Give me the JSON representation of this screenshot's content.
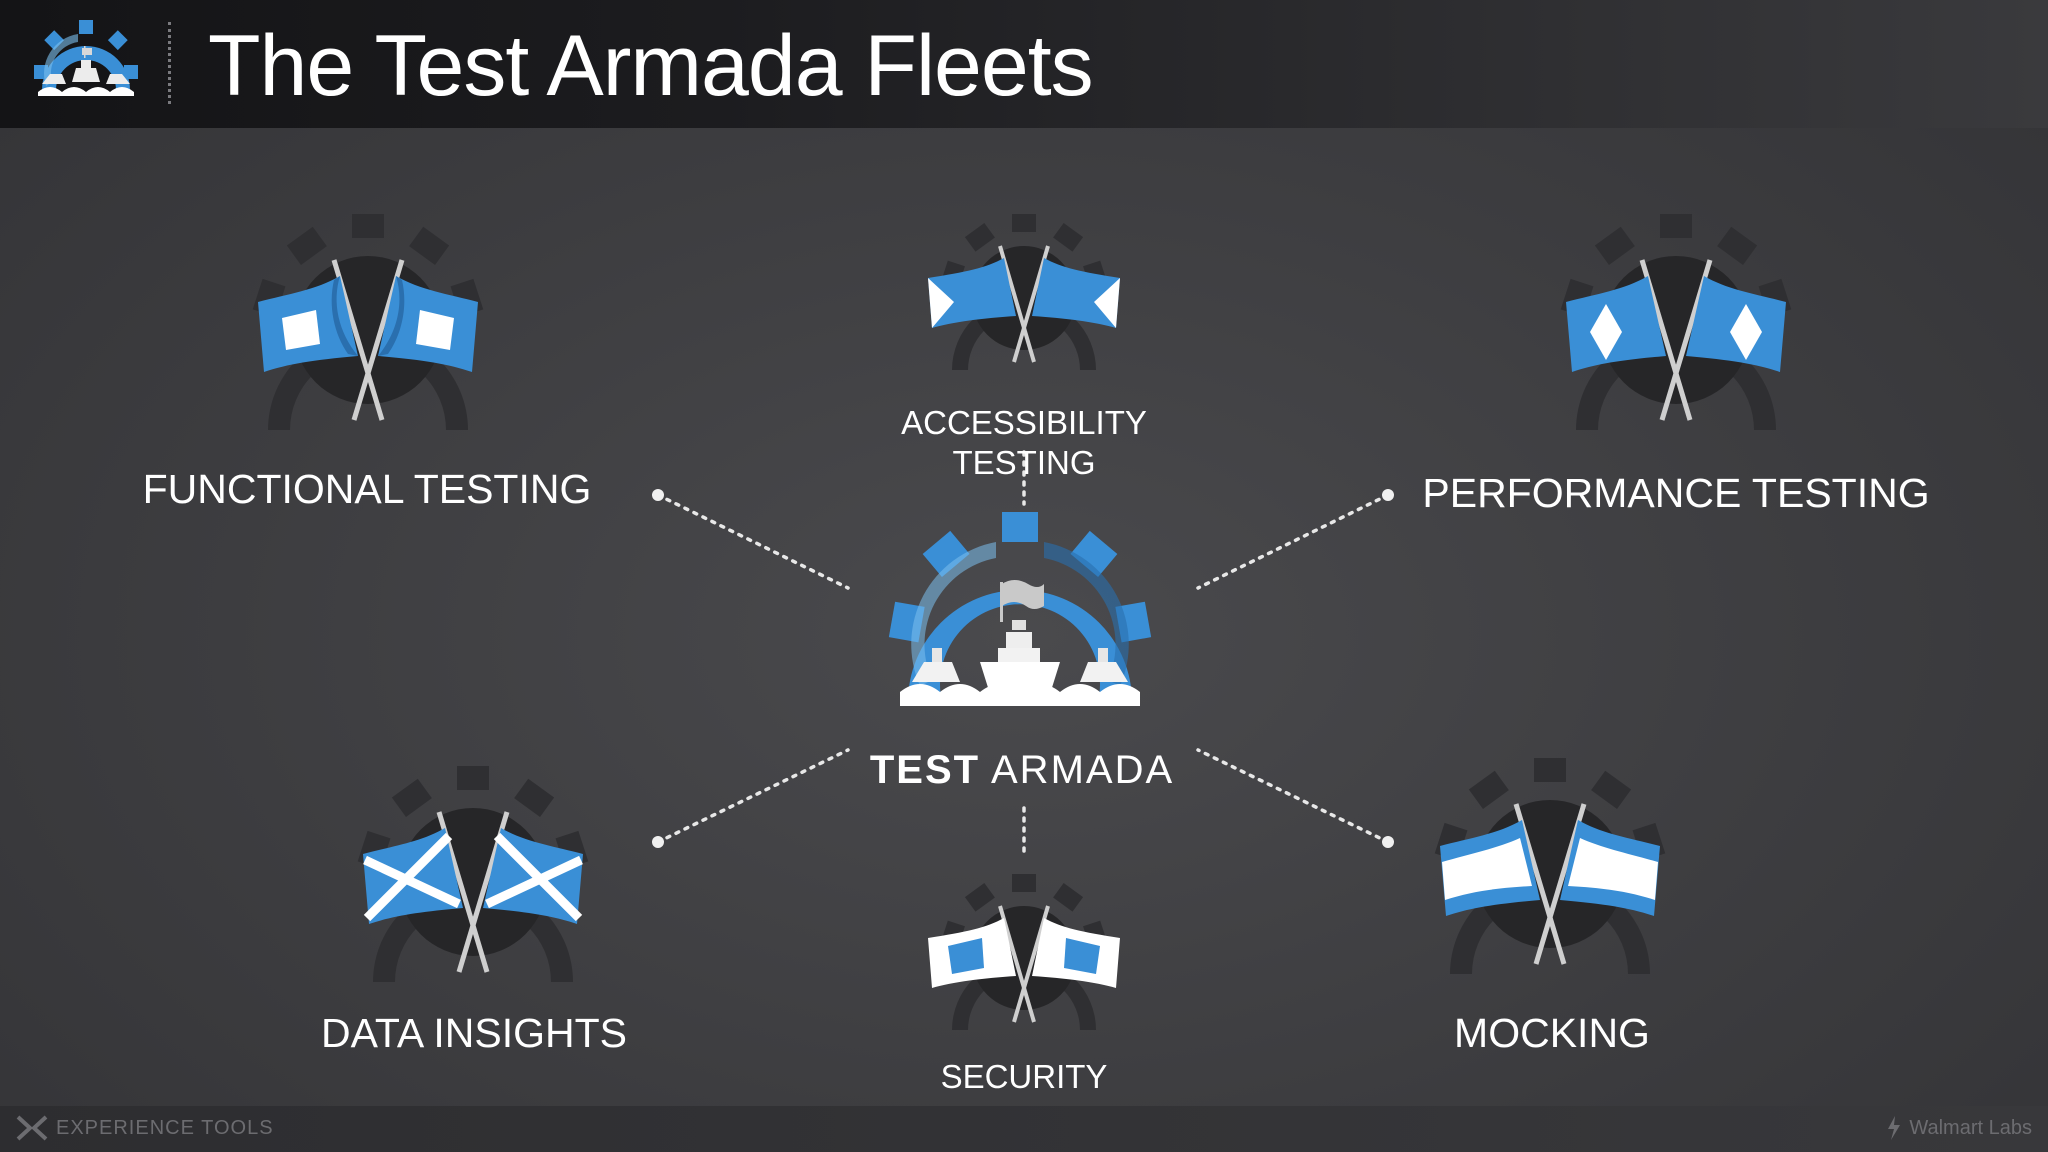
{
  "slide": {
    "title": "The Test Armada Fleets",
    "center": {
      "label_bold": "TEST",
      "label_regular": "ARMADA"
    },
    "fleets": [
      {
        "id": "functional",
        "label": "FUNCTIONAL TESTING",
        "flag_pattern": "white-square"
      },
      {
        "id": "accessibility",
        "label_lines": [
          "ACCESSIBILITY",
          "TESTING"
        ],
        "flag_pattern": "white-triangle"
      },
      {
        "id": "performance",
        "label": "PERFORMANCE TESTING",
        "flag_pattern": "white-diamond"
      },
      {
        "id": "data-insights",
        "label": "DATA INSIGHTS",
        "flag_pattern": "white-saltire"
      },
      {
        "id": "security",
        "label": "SECURITY",
        "flag_pattern": "white-border-blue-square"
      },
      {
        "id": "mocking",
        "label": "MOCKING",
        "flag_pattern": "white-horizontal-band"
      }
    ],
    "footer": {
      "left_label": "EXPERIENCE TOOLS",
      "right_label": "Walmart Labs"
    },
    "colors": {
      "accent_blue": "#3a8fd6",
      "light_blue": "#6ab4ec",
      "background": "#3f3f42",
      "text": "#ffffff"
    }
  }
}
